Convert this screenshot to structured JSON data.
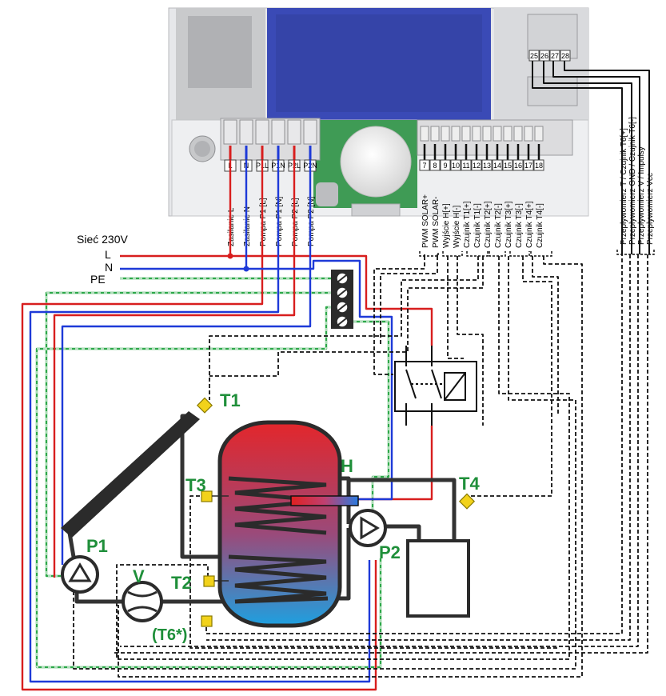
{
  "mains": {
    "title": "Sieć 230V",
    "L": "L",
    "N": "N",
    "PE": "PE"
  },
  "power_terminals": [
    "L",
    "N",
    "P1L",
    "P1N",
    "P2L",
    "P2N"
  ],
  "power_labels": [
    "Zasilanie L",
    "Zasilanie N",
    "Pompa P1 [L]",
    "Pompa P1 [N]",
    "Pompa P2 [L]",
    "Pompa P2 [N]"
  ],
  "signal_terminals": [
    "7",
    "8",
    "9",
    "10",
    "11",
    "12",
    "13",
    "14",
    "15",
    "16",
    "17",
    "18"
  ],
  "signal_labels": [
    "PWM SOLAR+",
    "PWM SOLAR-",
    "Wyjście H[+]",
    "Wyjście H[-]",
    "Czujnik T1[+]",
    "Czujnik T1[-]",
    "Czujnik T2[+]",
    "Czujnik T2[-]",
    "Czujnik T3[+]",
    "Czujnik T3[-]",
    "Czujnik T4[+]",
    "Czujnik T4[-]"
  ],
  "flow_terminals": [
    "25",
    "26",
    "27",
    "28"
  ],
  "flow_labels": [
    "Przepływomierz T / Czujnik T6[+]",
    "Przepływomierz GND / Czujnik T6[-]",
    "Przepływomierz V / Impulsy",
    "Przepływomierz Vcc"
  ],
  "components": {
    "T1": "T1",
    "T2": "T2",
    "T3": "T3",
    "T4": "T4",
    "T6": "(T6*)",
    "H": "H",
    "P1": "P1",
    "P2": "P2",
    "V": "V"
  },
  "colors": {
    "live": "#d81e1e",
    "neutral": "#1e3ad8",
    "earth": "#2ea84a",
    "signal": "#111111",
    "labels": "#1f8f3a",
    "sensor": "#f2d21b"
  }
}
